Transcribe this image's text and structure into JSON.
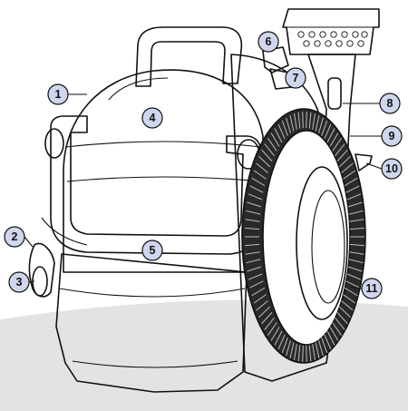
{
  "colors": {
    "floor": "#e3e3e3",
    "badge_fill": "#cfd6ee",
    "line": "#111111",
    "body_fill": "#ffffff",
    "hose_fill": "#2a2a2a"
  },
  "callouts": [
    {
      "label": "1"
    },
    {
      "label": "2"
    },
    {
      "label": "3"
    },
    {
      "label": "4"
    },
    {
      "label": "5"
    },
    {
      "label": "6"
    },
    {
      "label": "7"
    },
    {
      "label": "8"
    },
    {
      "label": "9"
    },
    {
      "label": "10"
    },
    {
      "label": "11"
    }
  ]
}
